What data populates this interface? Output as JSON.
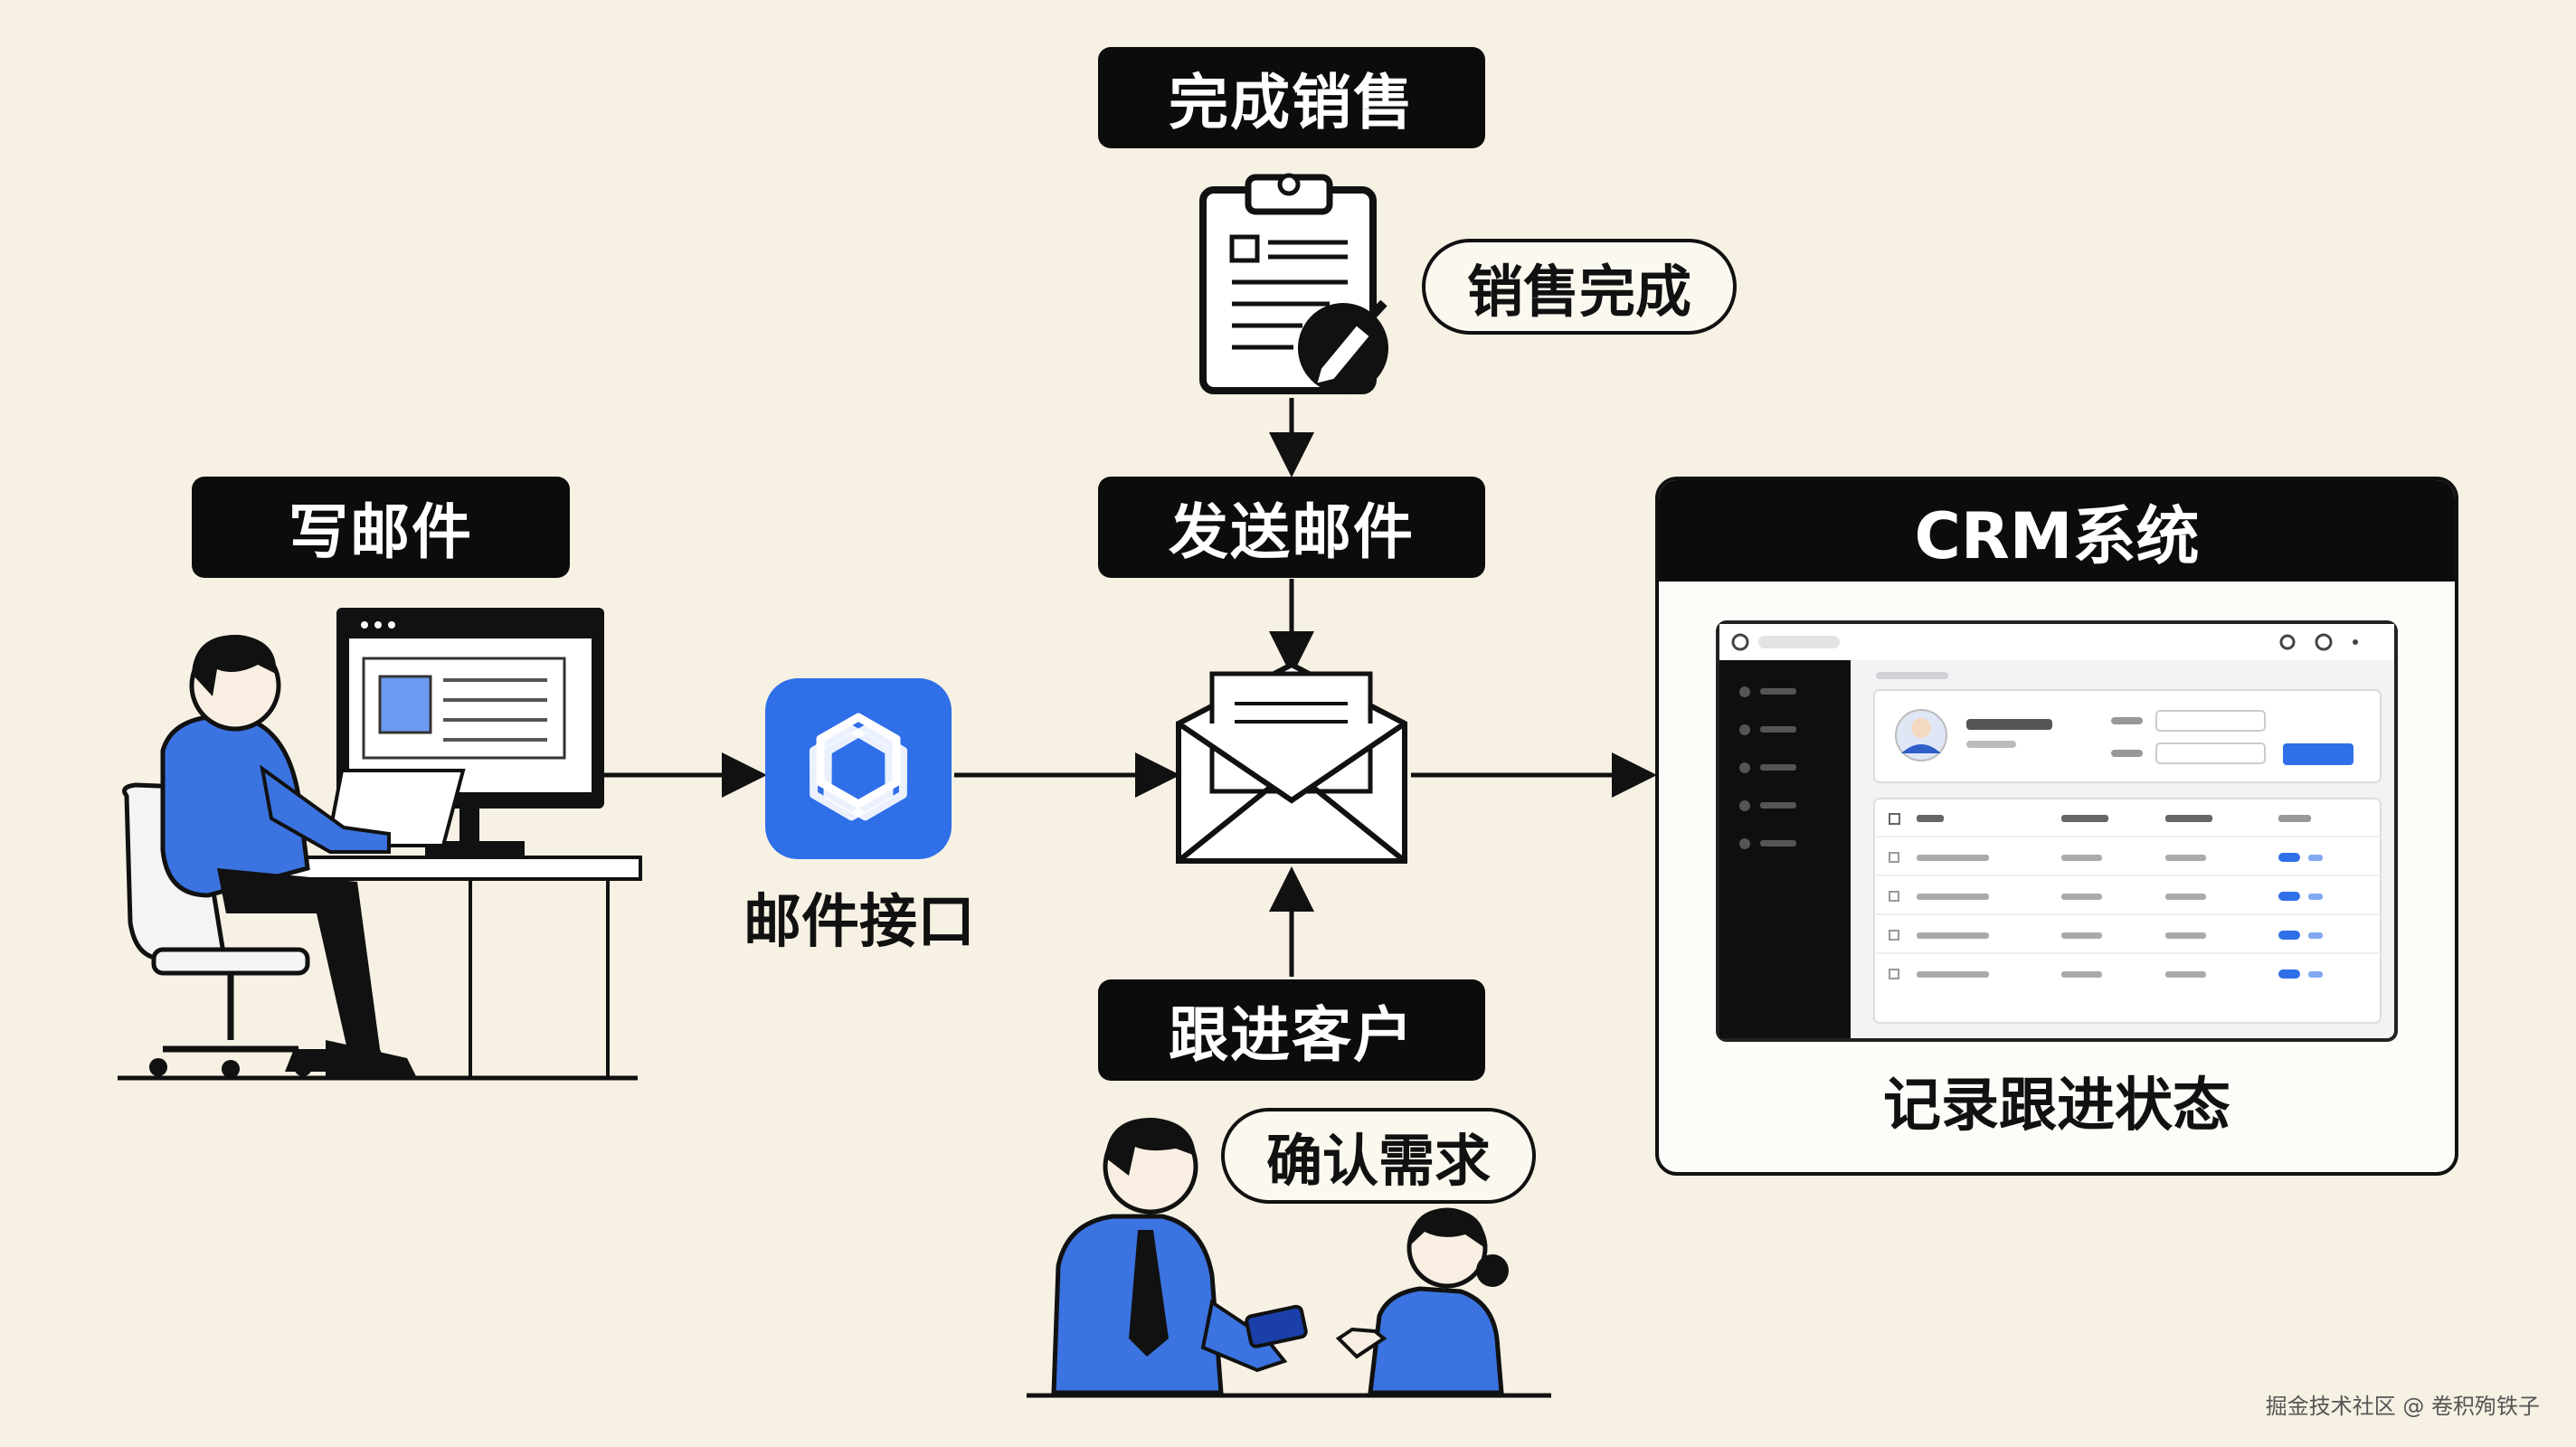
{
  "nodes": {
    "complete_sale": "完成销售",
    "sale_done_bubble": "销售完成",
    "write_email": "写邮件",
    "send_email": "发送邮件",
    "email_api": "邮件接口",
    "crm_title": "CRM系统",
    "record_status": "记录跟进状态",
    "follow_up": "跟进客户",
    "confirm_needs": "确认需求"
  },
  "watermark": "掘金技术社区 @ 卷积殉铁子",
  "colors": {
    "background": "#f6f1e3",
    "label_bg": "#0c0c0c",
    "accent_blue": "#2f6fe8",
    "line": "#111111"
  },
  "icons": {
    "clipboard": "clipboard-pencil-icon",
    "app": "openai-logo-icon",
    "envelope": "envelope-icon"
  }
}
